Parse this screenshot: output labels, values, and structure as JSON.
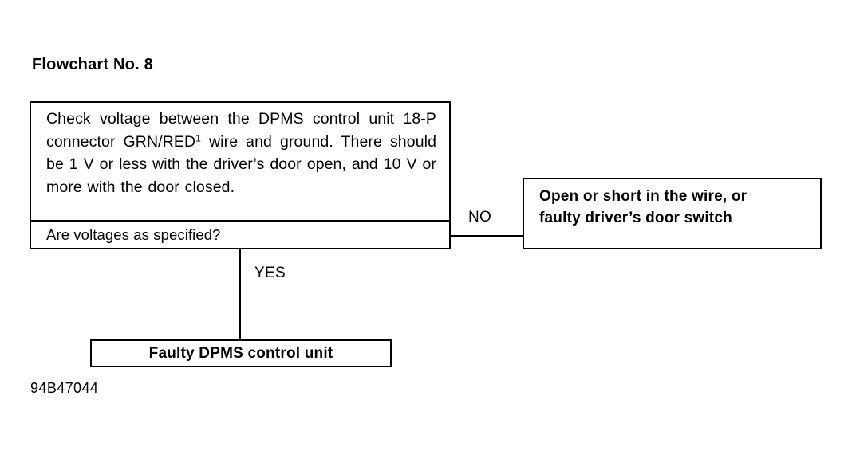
{
  "page": {
    "title": "Flowchart No. 8",
    "footer_code": "94B47044",
    "background_color": "#ffffff",
    "line_color": "#000000"
  },
  "decision": {
    "statement_line_1": "Check voltage between the DPMS control",
    "statement_line_2_pre": "unit 18-P connector GRN/RED",
    "statement_line_2_sup": "1",
    "statement_line_2_post": " wire and",
    "statement_line_3": "ground. There should be 1 V or less with",
    "statement_line_4": "the driver’s door open, and 10 V or more",
    "statement_line_5": "with the door closed.",
    "statement_full": "Check voltage between the DPMS control unit 18-P connector GRN/RED1 wire and ground. There should be 1 V or less with the driver’s door open, and 10 V or more with the door closed.",
    "question": "Are voltages as specified?"
  },
  "branches": {
    "no_label": "NO",
    "yes_label": "YES"
  },
  "outcomes": {
    "no_outcome_line_1": "Open or short in the wire, or",
    "no_outcome_line_2": "faulty driver’s door switch",
    "no_outcome_full": "Open or short in the wire, or faulty driver’s door switch",
    "yes_outcome": "Faulty DPMS control unit"
  }
}
